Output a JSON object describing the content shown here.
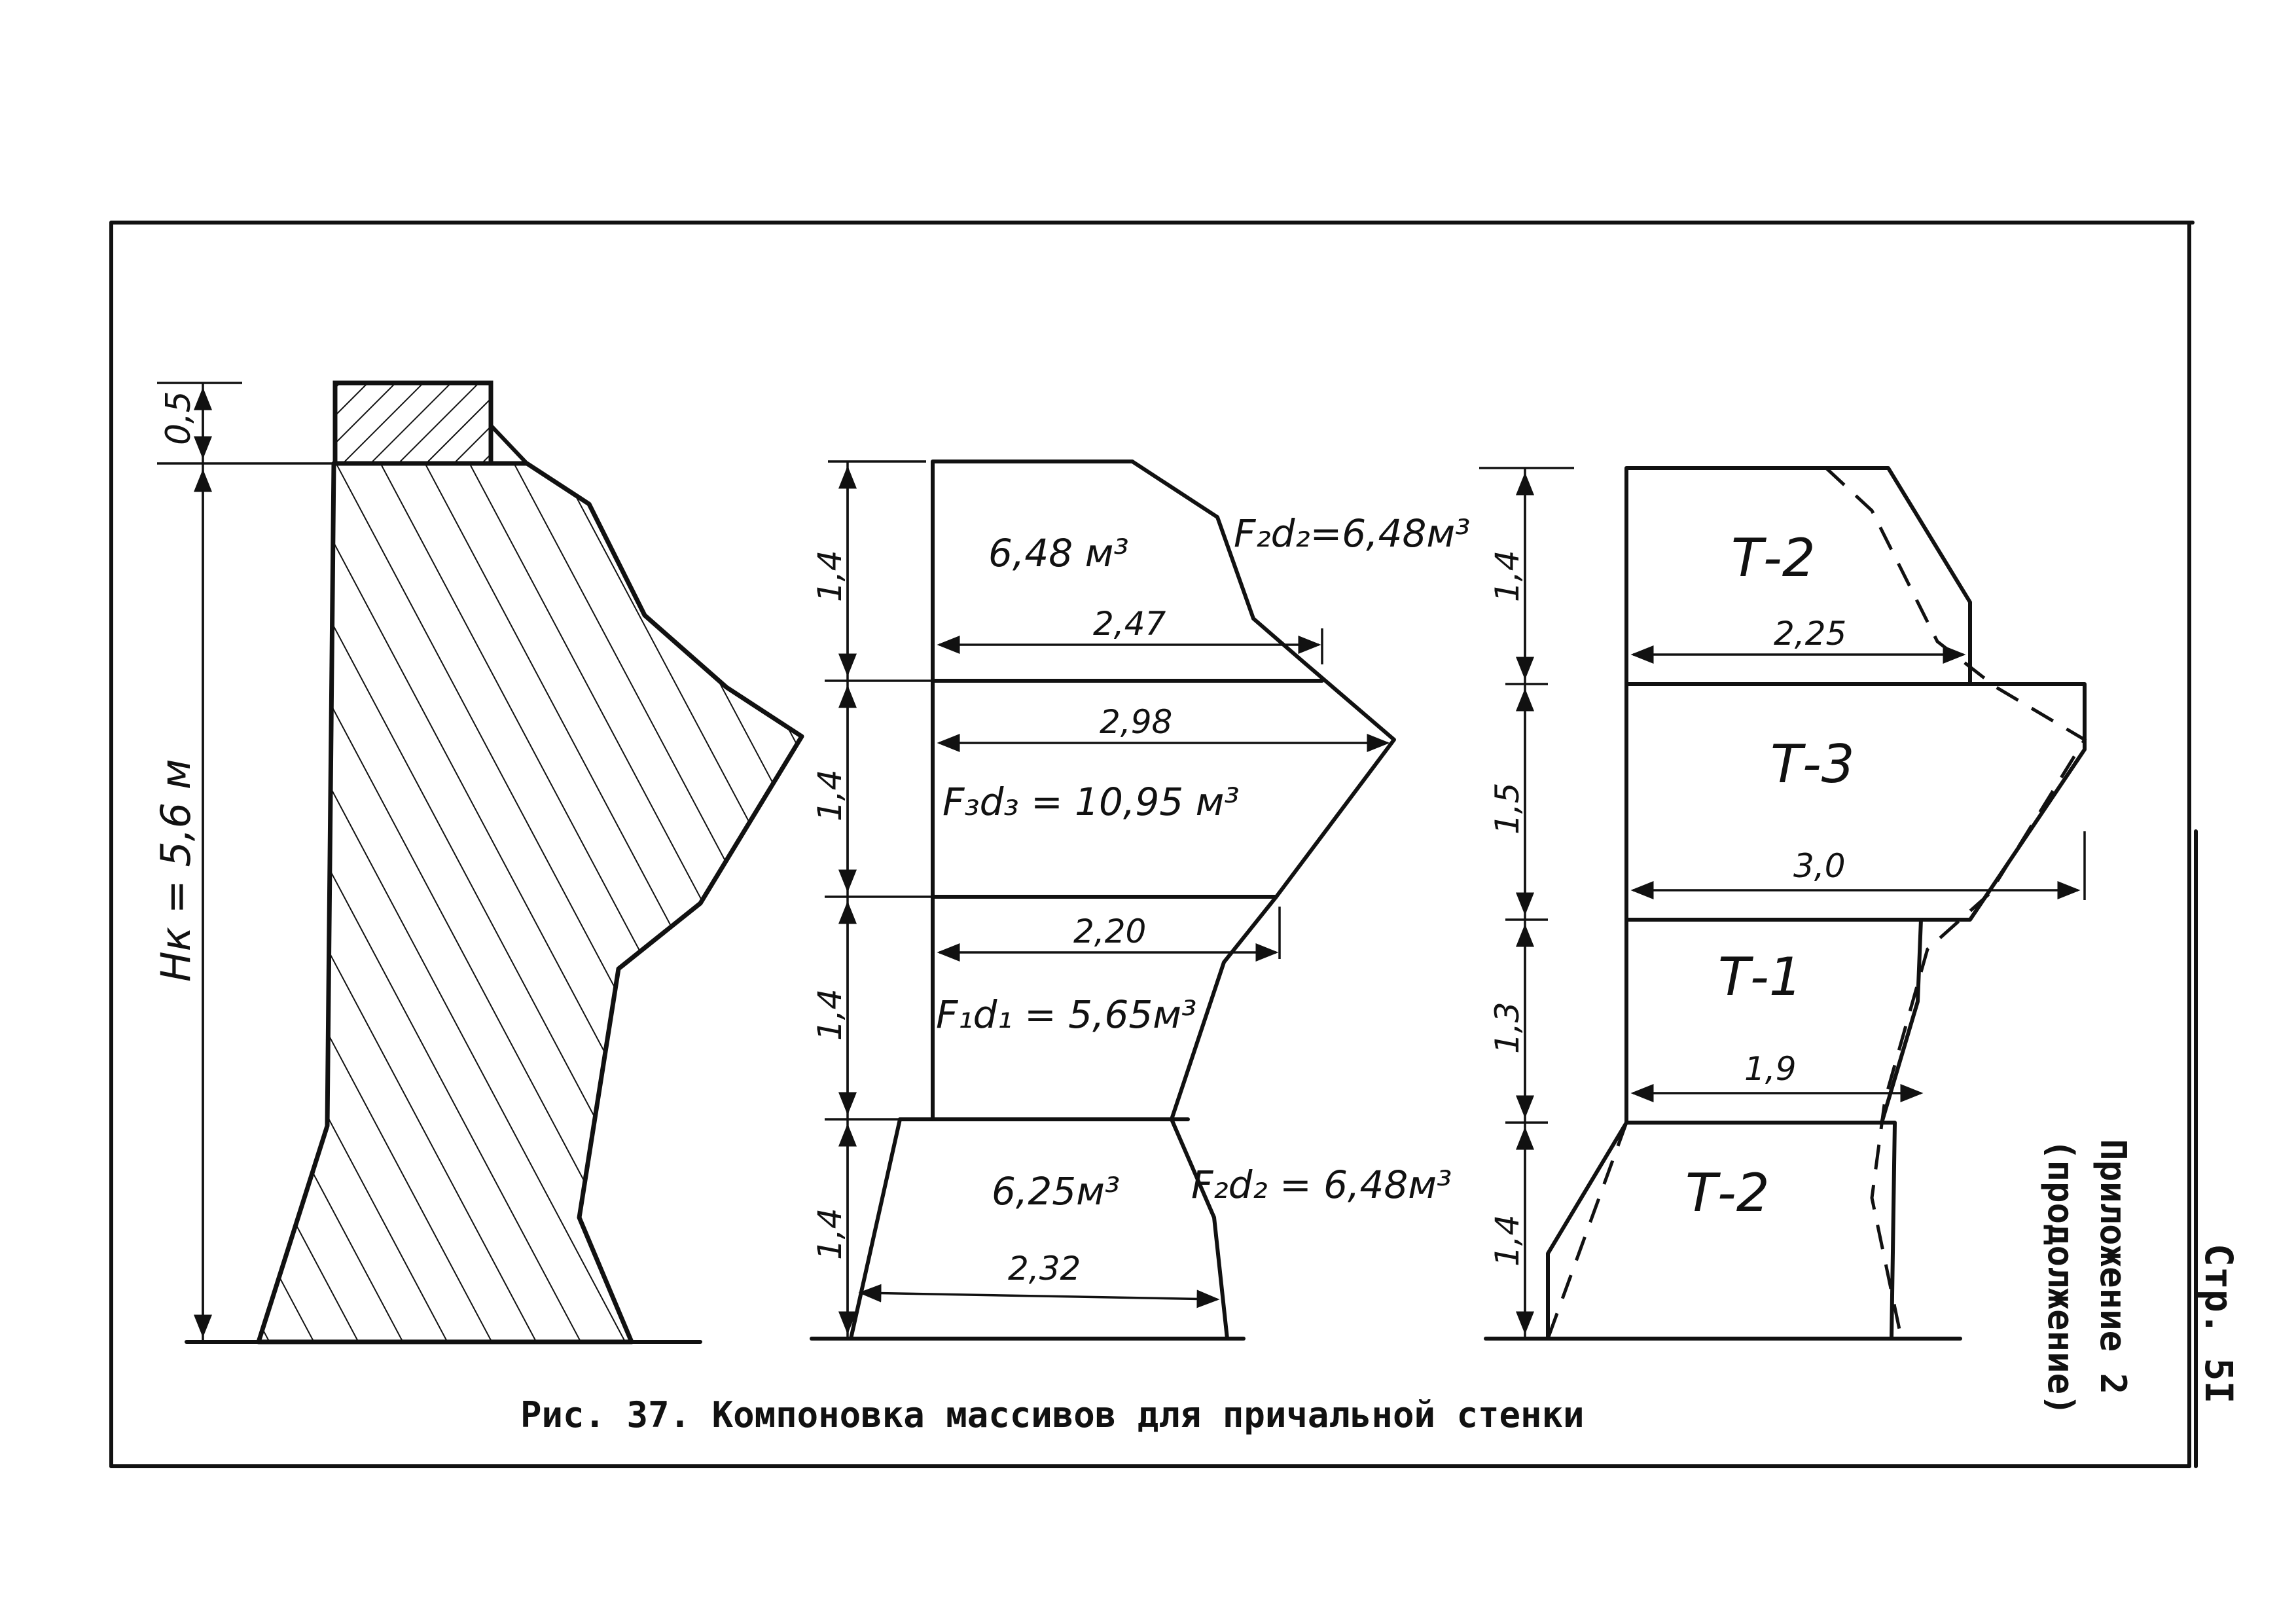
{
  "figure": {
    "caption": "Рис. 37. Компоновка массивов для причальной стенки",
    "appendix_title": "Приложение 2",
    "appendix_subtitle": "(продолжение)",
    "page_label": "Стр. 5I"
  },
  "profile": {
    "top_height": "0,5",
    "total_height": "Hк = 5,6 м"
  },
  "sections": {
    "heights": [
      "1,4",
      "1,4",
      "1,4",
      "1,4"
    ],
    "widths": [
      "2,47",
      "2,98",
      "2,20",
      "2,32"
    ],
    "volumes": {
      "top": "6,48 м³",
      "top_side": "F₂d₂=6,48м³",
      "middle": "F₃d₃ = 10,95 м³",
      "lower": "F₁d₁ = 5,65м³",
      "bottom": "6,25м³",
      "bottom_side": "F₂d₂ = 6,48м³"
    }
  },
  "blocks": {
    "heights": [
      "1,4",
      "1,5",
      "1,3",
      "1,4"
    ],
    "widths": [
      "2,25",
      "3,0",
      "1,9"
    ],
    "labels": [
      "Т-2",
      "Т-3",
      "Т-1",
      "Т-2"
    ]
  }
}
